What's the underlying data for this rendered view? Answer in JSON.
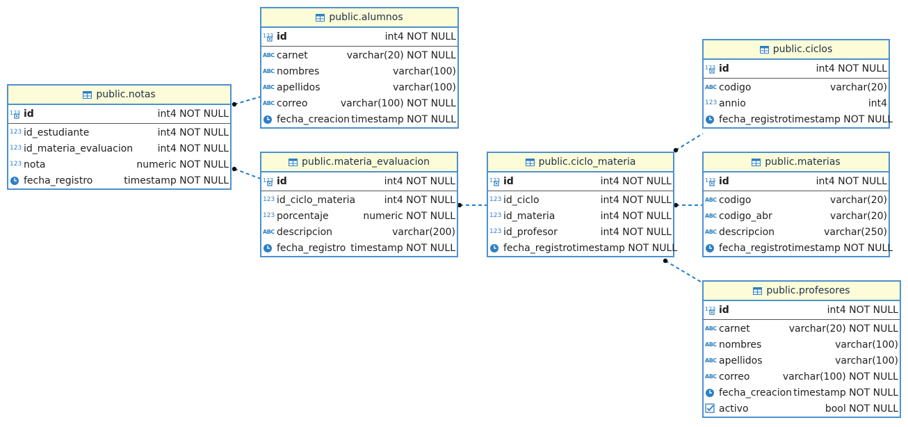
{
  "tables": [
    {
      "id": "alumnos",
      "title": "public.alumnos",
      "pk": {
        "icon": "numeric-key-icon",
        "name": "id",
        "type": "int4 NOT NULL"
      },
      "columns": [
        {
          "icon": "text-icon",
          "name": "carnet",
          "type": "varchar(20) NOT NULL"
        },
        {
          "icon": "text-icon",
          "name": "nombres",
          "type": "varchar(100)"
        },
        {
          "icon": "text-icon",
          "name": "apellidos",
          "type": "varchar(100)"
        },
        {
          "icon": "text-icon",
          "name": "correo",
          "type": "varchar(100) NOT NULL"
        },
        {
          "icon": "clock-icon",
          "name": "fecha_creacion",
          "type": "timestamp NOT NULL"
        }
      ]
    },
    {
      "id": "notas",
      "title": "public.notas",
      "pk": {
        "icon": "numeric-key-icon",
        "name": "id",
        "type": "int4 NOT NULL"
      },
      "columns": [
        {
          "icon": "numeric-icon",
          "name": "id_estudiante",
          "type": "int4 NOT NULL"
        },
        {
          "icon": "numeric-icon",
          "name": "id_materia_evaluacion",
          "type": "int4 NOT NULL"
        },
        {
          "icon": "numeric-icon",
          "name": "nota",
          "type": "numeric NOT NULL"
        },
        {
          "icon": "clock-icon",
          "name": "fecha_registro",
          "type": "timestamp NOT NULL"
        }
      ]
    },
    {
      "id": "materia_evaluacion",
      "title": "public.materia_evaluacion",
      "pk": {
        "icon": "numeric-key-icon",
        "name": "id",
        "type": "int4 NOT NULL"
      },
      "columns": [
        {
          "icon": "numeric-icon",
          "name": "id_ciclo_materia",
          "type": "int4 NOT NULL"
        },
        {
          "icon": "numeric-icon",
          "name": "porcentaje",
          "type": "numeric NOT NULL"
        },
        {
          "icon": "text-icon",
          "name": "descripcion",
          "type": "varchar(200)"
        },
        {
          "icon": "clock-icon",
          "name": "fecha_registro",
          "type": "timestamp NOT NULL"
        }
      ]
    },
    {
      "id": "ciclo_materia",
      "title": "public.ciclo_materia",
      "pk": {
        "icon": "numeric-key-icon",
        "name": "id",
        "type": "int4 NOT NULL"
      },
      "columns": [
        {
          "icon": "numeric-icon",
          "name": "id_ciclo",
          "type": "int4 NOT NULL"
        },
        {
          "icon": "numeric-icon",
          "name": "id_materia",
          "type": "int4 NOT NULL"
        },
        {
          "icon": "numeric-icon",
          "name": "id_profesor",
          "type": "int4 NOT NULL"
        },
        {
          "icon": "clock-icon",
          "name": "fecha_registro",
          "type": "timestamp NOT NULL"
        }
      ]
    },
    {
      "id": "ciclos",
      "title": "public.ciclos",
      "pk": {
        "icon": "numeric-key-icon",
        "name": "id",
        "type": "int4 NOT NULL"
      },
      "columns": [
        {
          "icon": "text-icon",
          "name": "codigo",
          "type": "varchar(20)"
        },
        {
          "icon": "numeric-icon",
          "name": "annio",
          "type": "int4"
        },
        {
          "icon": "clock-icon",
          "name": "fecha_registro",
          "type": "timestamp NOT NULL"
        }
      ]
    },
    {
      "id": "materias",
      "title": "public.materias",
      "pk": {
        "icon": "numeric-key-icon",
        "name": "id",
        "type": "int4 NOT NULL"
      },
      "columns": [
        {
          "icon": "text-icon",
          "name": "codigo",
          "type": "varchar(20)"
        },
        {
          "icon": "text-icon",
          "name": "codigo_abr",
          "type": "varchar(20)"
        },
        {
          "icon": "text-icon",
          "name": "descripcion",
          "type": "varchar(250)"
        },
        {
          "icon": "clock-icon",
          "name": "fecha_registro",
          "type": "timestamp NOT NULL"
        }
      ]
    },
    {
      "id": "profesores",
      "title": "public.profesores",
      "pk": {
        "icon": "numeric-key-icon",
        "name": "id",
        "type": "int4 NOT NULL"
      },
      "columns": [
        {
          "icon": "text-icon",
          "name": "carnet",
          "type": "varchar(20) NOT NULL"
        },
        {
          "icon": "text-icon",
          "name": "nombres",
          "type": "varchar(100)"
        },
        {
          "icon": "text-icon",
          "name": "apellidos",
          "type": "varchar(100)"
        },
        {
          "icon": "text-icon",
          "name": "correo",
          "type": "varchar(100) NOT NULL"
        },
        {
          "icon": "clock-icon",
          "name": "fecha_creacion",
          "type": "timestamp NOT NULL"
        },
        {
          "icon": "checkbox-icon",
          "name": "activo",
          "type": "bool NOT NULL"
        }
      ]
    }
  ],
  "relations": [
    {
      "from": "notas",
      "to": "alumnos"
    },
    {
      "from": "notas",
      "to": "materia_evaluacion"
    },
    {
      "from": "materia_evaluacion",
      "to": "ciclo_materia"
    },
    {
      "from": "ciclo_materia",
      "to": "ciclos"
    },
    {
      "from": "ciclo_materia",
      "to": "materias"
    },
    {
      "from": "ciclo_materia",
      "to": "profesores"
    }
  ],
  "icon_text": {
    "numeric": "123",
    "text": "ABC"
  },
  "colors": {
    "border": "#4a90d0",
    "header_bg": "#fcfcd8",
    "icon": "#2d7fc4",
    "link": "#1f7fc4"
  }
}
